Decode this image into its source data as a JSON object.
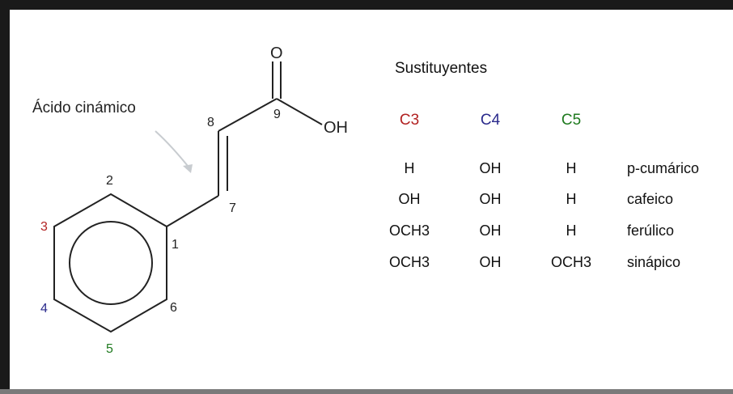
{
  "molecule": {
    "name": "Ácido cinámico",
    "atoms": {
      "c1": "1",
      "c2": "2",
      "c3": "3",
      "c4": "4",
      "c5": "5",
      "c6": "6",
      "c7": "7",
      "c8": "8",
      "c9": "9",
      "carbonyl_o": "O",
      "hydroxyl": "OH"
    }
  },
  "colors": {
    "c3": "#b22222",
    "c4": "#2a2a8c",
    "c5": "#1f7a1f",
    "arrow": "#c8ccd0"
  },
  "table": {
    "title": "Sustituyentes",
    "headers": [
      "C3",
      "C4",
      "C5"
    ],
    "rows": [
      {
        "c3": "H",
        "c4": "OH",
        "c5": "H",
        "name": "p-cumárico"
      },
      {
        "c3": "OH",
        "c4": "OH",
        "c5": "H",
        "name": "cafeico"
      },
      {
        "c3": "OCH3",
        "c4": "OH",
        "c5": "H",
        "name": "ferúlico"
      },
      {
        "c3": "OCH3",
        "c4": "OH",
        "c5": "OCH3",
        "name": "sinápico"
      }
    ]
  }
}
